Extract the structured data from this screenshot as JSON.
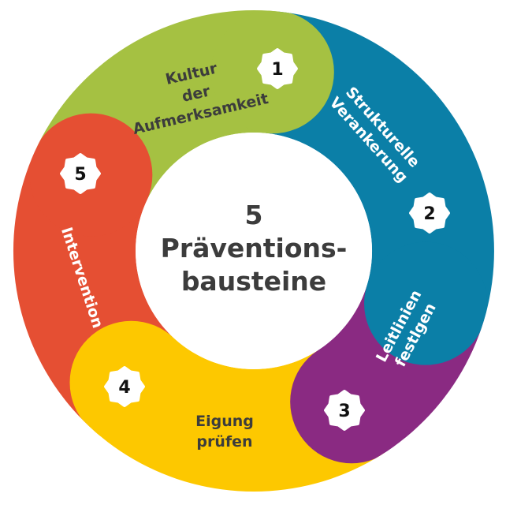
{
  "center": {
    "line1": "5",
    "line2": "Präventions-",
    "line3": "bausteine"
  },
  "segments": [
    {
      "number": "1",
      "lines": [
        "Kultur",
        "der",
        "Aufmerksamkeit"
      ],
      "color": "#a5c142",
      "text_color": "#3c3c3c"
    },
    {
      "number": "2",
      "lines": [
        "Strukturelle",
        "Verankerung"
      ],
      "color": "#0b7fa7",
      "text_color": "#ffffff"
    },
    {
      "number": "3",
      "lines": [
        "Leitlinien",
        "festlgen"
      ],
      "color": "#8a2a82",
      "text_color": "#ffffff"
    },
    {
      "number": "4",
      "lines": [
        "Eigung",
        "prüfen"
      ],
      "color": "#fdc800",
      "text_color": "#3c3c3c"
    },
    {
      "number": "5",
      "lines": [
        "Intervention"
      ],
      "color": "#e54f33",
      "text_color": "#ffffff"
    }
  ]
}
